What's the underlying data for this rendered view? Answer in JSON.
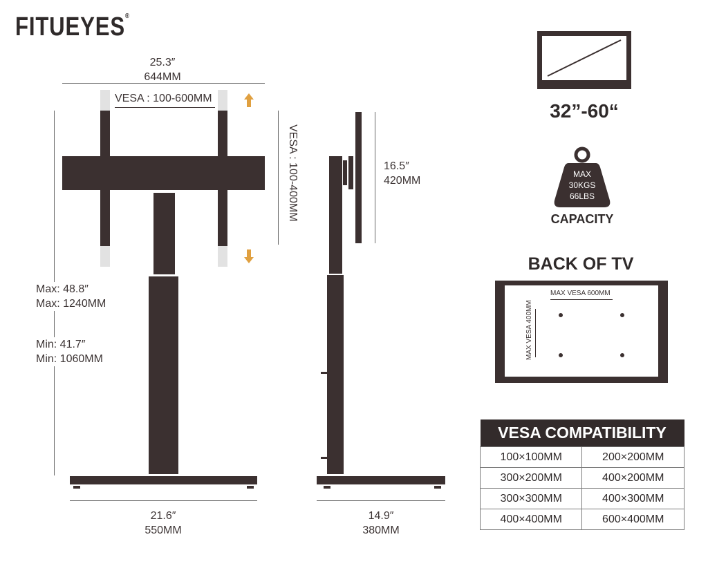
{
  "brand": {
    "name": "FITUEYES",
    "mark": "®"
  },
  "front_view": {
    "width_in": "25.3″",
    "width_mm": "644MM",
    "vesa_h": "VESA : 100-600MM",
    "vesa_v": "VESA : 100-400MM",
    "max_in": "Max: 48.8″",
    "max_mm": "Max: 1240MM",
    "min_in": "Min: 41.7″",
    "min_mm": "Min: 1060MM",
    "base_in": "21.6″",
    "base_mm": "550MM"
  },
  "side_view": {
    "height_in": "16.5″",
    "height_mm": "420MM",
    "base_in": "14.9″",
    "base_mm": "380MM"
  },
  "tv_size": "32”-60“",
  "weight": {
    "l1": "MAX",
    "l2": "30KGS",
    "l3": "66LBS",
    "caption": "CAPACITY"
  },
  "back_of_tv": {
    "title": "BACK OF TV",
    "h_label": "MAX VESA 600MM",
    "v_label": "MAX VESA 400MM"
  },
  "vesa_table": {
    "title": "VESA COMPATIBILITY",
    "rows": [
      [
        "100×100MM",
        "200×200MM"
      ],
      [
        "300×200MM",
        "400×200MM"
      ],
      [
        "300×300MM",
        "400×300MM"
      ],
      [
        "400×400MM",
        "600×400MM"
      ]
    ]
  },
  "colors": {
    "frame": "#3b3030",
    "arrow": "#e0a040",
    "light_bar": "#e2e2e2"
  }
}
